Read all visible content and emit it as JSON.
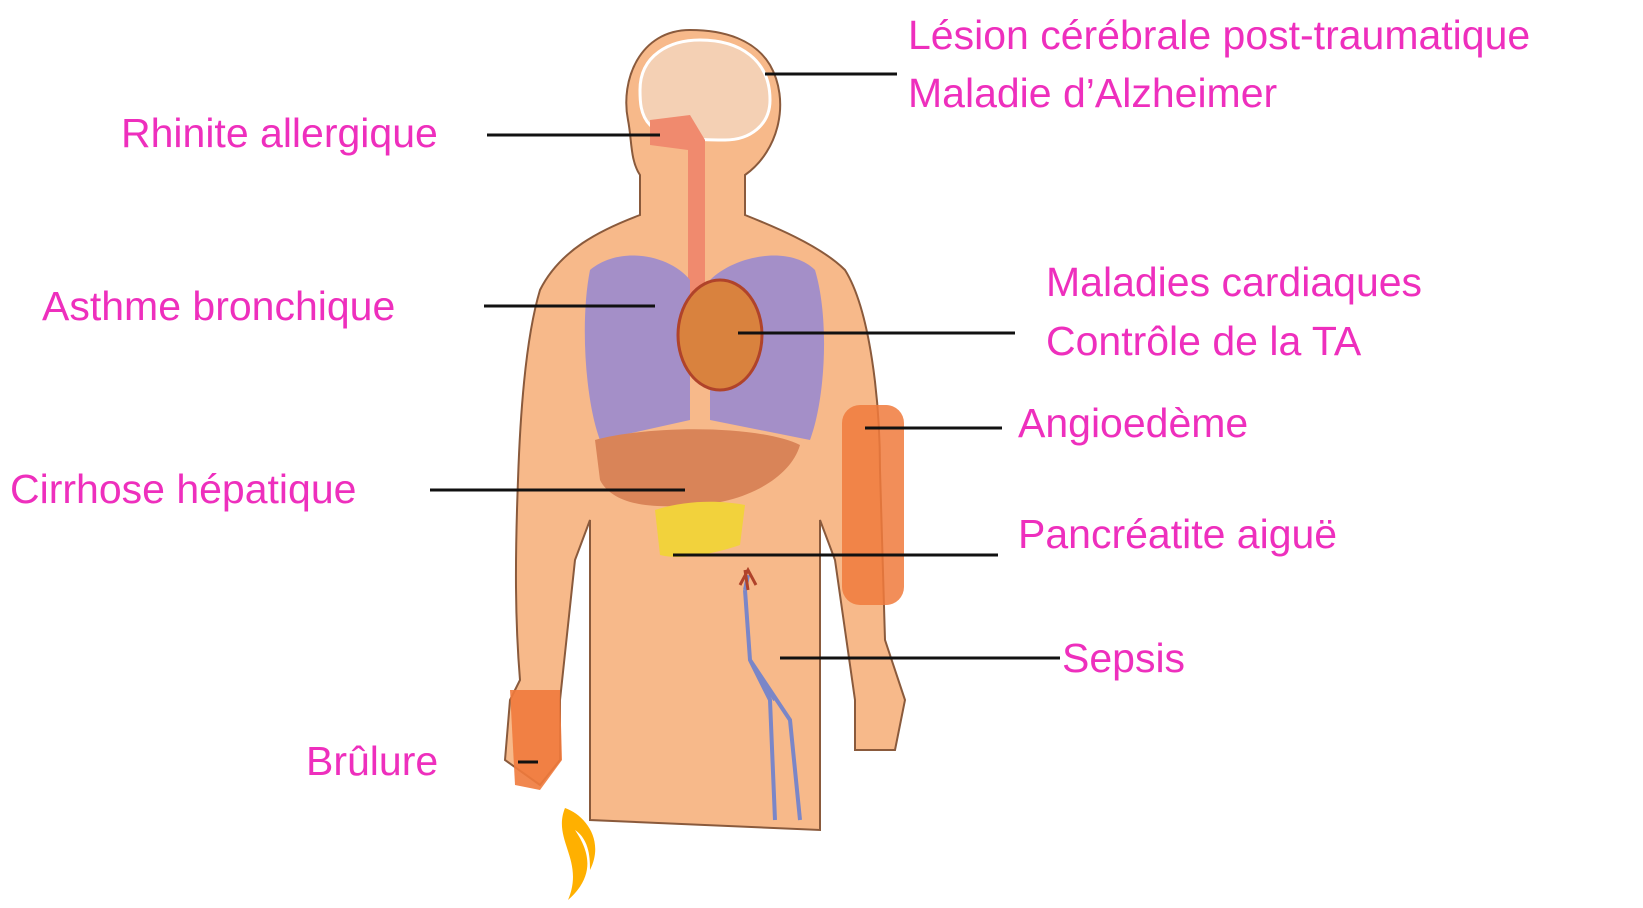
{
  "colors": {
    "label": "#ee2fbd",
    "leader": "#111111",
    "skin": "#f7b98a",
    "skin_outline": "#8a5a3c",
    "lungs": "#a48fc8",
    "airway": "#f08a6e",
    "liver": "#d98458",
    "pancreas": "#f2d23c",
    "inflamed": "#f07a3c",
    "vein": "#7a86c8",
    "flame": "#ffb000"
  },
  "labels": {
    "brain_line1": "Lésion cérébrale post-traumatique",
    "brain_line2": "Maladie d’Alzheimer",
    "rhinitis": "Rhinite allergique",
    "asthma": "Asthme bronchique",
    "heart_line1": "Maladies cardiaques",
    "heart_line2": "Contrôle de la TA",
    "angioedema": "Angioedème",
    "cirrhosis": "Cirrhose hépatique",
    "pancreatitis": "Pancréatite aiguë",
    "sepsis": "Sepsis",
    "burn": "Brûlure"
  }
}
